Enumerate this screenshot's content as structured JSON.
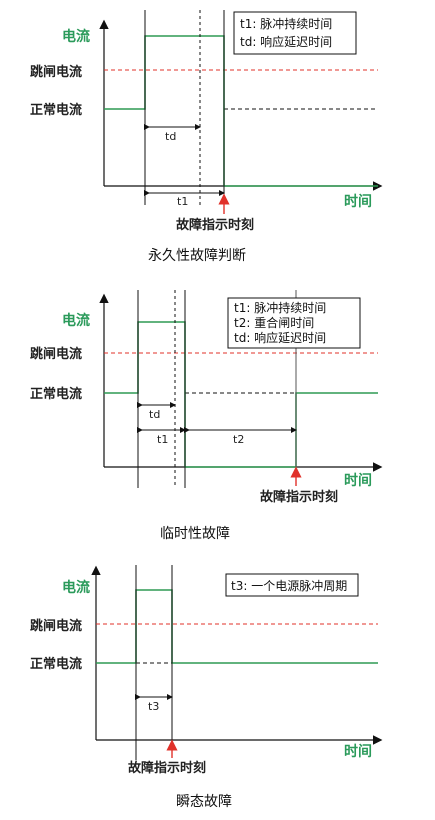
{
  "colors": {
    "signal": "#2f9a53",
    "trip": "#e0312a",
    "axis": "#111111",
    "label_green": "#2a9a5a",
    "arrow_red": "#e0312a"
  },
  "panels": [
    {
      "current_label": "电流",
      "trip_label": "跳闸电流",
      "normal_label": "正常电流",
      "time_label": "时间",
      "indicator_label": "故障指示时刻",
      "legend": [
        "t1:  脉冲持续时间",
        "td:  响应延迟时间"
      ],
      "interval_labels": {
        "td": "td",
        "t1": "t1"
      },
      "caption": "永久性故障判断"
    },
    {
      "current_label": "电流",
      "trip_label": "跳闸电流",
      "normal_label": "正常电流",
      "time_label": "时间",
      "indicator_label": "故障指示时刻",
      "legend": [
        "t1:  脉冲持续时间",
        "t2:  重合闸时间",
        "td:  响应延迟时间"
      ],
      "interval_labels": {
        "td": "td",
        "t1": "t1",
        "t2": "t2"
      },
      "caption": "临时性故障"
    },
    {
      "current_label": "电流",
      "trip_label": "跳闸电流",
      "normal_label": "正常电流",
      "time_label": "时间",
      "indicator_label": "故障指示时刻",
      "legend": [
        "t3:  一个电源脉冲周期"
      ],
      "interval_labels": {
        "t3": "t3"
      },
      "caption": "瞬态故障"
    }
  ]
}
